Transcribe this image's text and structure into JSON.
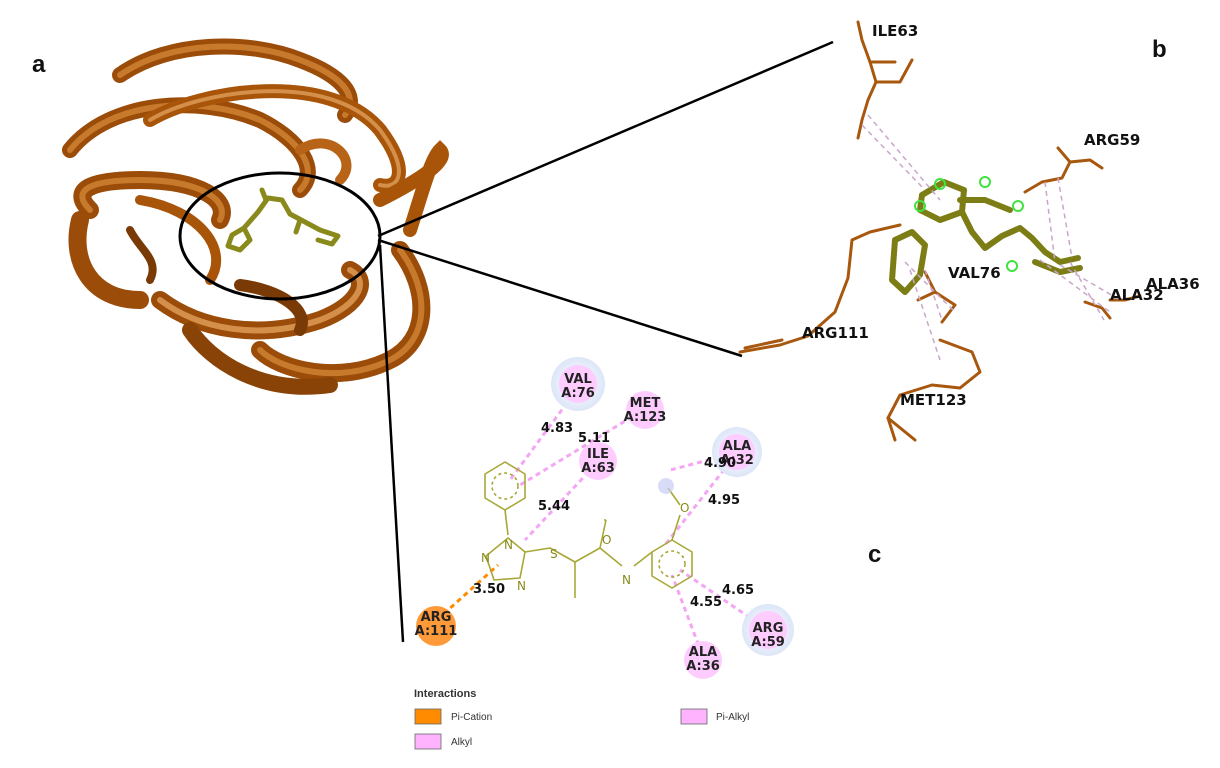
{
  "panels": {
    "a": "a",
    "b": "b",
    "c": "c"
  },
  "panel_b": {
    "residues": [
      "ILE63",
      "ARG59",
      "VAL76",
      "ALA36",
      "ALA32",
      "ARG111",
      "MET123"
    ]
  },
  "panel_c": {
    "nodes": [
      {
        "line1": "VAL",
        "line2": "A:76",
        "type": "alkyl"
      },
      {
        "line1": "MET",
        "line2": "A:123",
        "type": "alkyl"
      },
      {
        "line1": "ILE",
        "line2": "A:63",
        "type": "alkyl"
      },
      {
        "line1": "ALA",
        "line2": "A:32",
        "type": "alkyl"
      },
      {
        "line1": "ARG",
        "line2": "A:59",
        "type": "alkyl"
      },
      {
        "line1": "ALA",
        "line2": "A:36",
        "type": "alkyl"
      },
      {
        "line1": "ARG",
        "line2": "A:111",
        "type": "pi-cation"
      }
    ],
    "distances": [
      "4.83",
      "5.11",
      "5.44",
      "4.90",
      "4.95",
      "4.65",
      "4.55",
      "3.50"
    ],
    "atoms": {
      "o_carbonyl": "O",
      "o_ether": "O",
      "sulfur": "S",
      "nitrogen": "N",
      "n1": "N",
      "n2": "N",
      "n3": "N"
    }
  },
  "legend": {
    "title": "Interactions",
    "items": [
      {
        "label": "Pi-Cation",
        "color": "#ff8c00"
      },
      {
        "label": "Alkyl",
        "color": "#ffb3ff"
      },
      {
        "label": "Pi-Alkyl",
        "color": "#ffb3ff"
      }
    ]
  },
  "colors": {
    "protein": "#b05a0c",
    "ligand": "#8a8a1c",
    "pi_cation": "#ff8c00",
    "alkyl": "#ffb3ff",
    "halo_blue": "#e3ebfb"
  }
}
